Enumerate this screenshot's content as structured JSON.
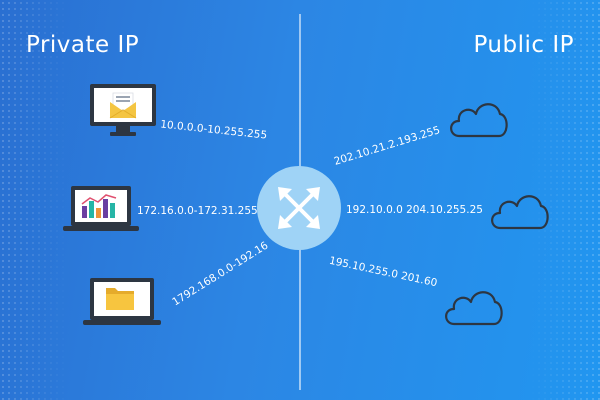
{
  "private": {
    "title": "Private IP",
    "ranges": [
      "10.0.0.0-10.255.255",
      "172.16.0.0-172.31.255",
      "1792.168.0.0-192.16"
    ]
  },
  "public": {
    "title": "Public IP",
    "ranges": [
      "202.10.21.2.193.255",
      "192.10.0.0  204.10.255.25",
      "195.10.255.0  201.60"
    ]
  },
  "icons": {
    "devices": [
      "monitor-icon",
      "laptop-chart-icon",
      "laptop-folder-icon"
    ],
    "clouds": [
      "cloud-icon",
      "cloud-icon",
      "cloud-icon"
    ],
    "hub": "arrows-expand-icon"
  },
  "colors": {
    "background_left": "#2a6fd1",
    "background_right": "#2196f0",
    "outline": "#2d3642",
    "hub": "#9fd3f6",
    "envelope": "#f4c542",
    "folder": "#f7c53f",
    "chart_purple": "#6a3ea1",
    "chart_teal": "#26b5a6",
    "chart_orange": "#f0933a",
    "chart_line": "#e0506f"
  }
}
